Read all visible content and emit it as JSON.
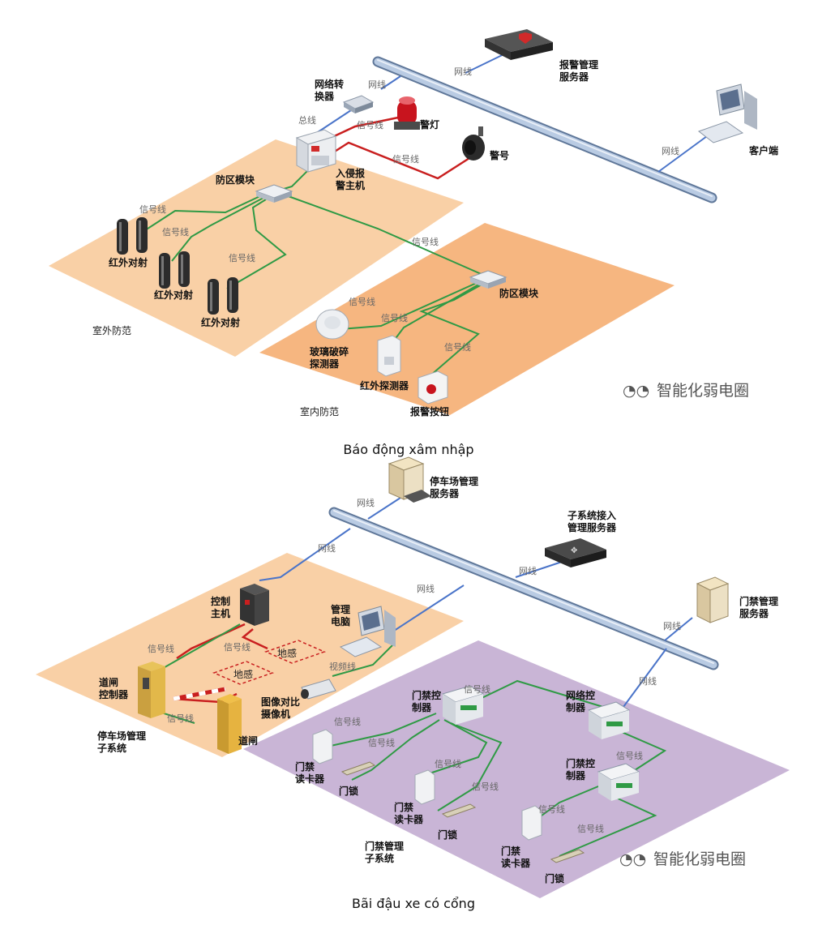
{
  "intrusion": {
    "caption": "Báo động xâm nhập",
    "alarm_server": "报警管理\n服务器",
    "client": "客户端",
    "net_converter": "网络转\n换器",
    "bus": "总线",
    "alarm_light": "警灯",
    "siren": "警号",
    "alarm_host": "入侵报\n警主机",
    "zone_module_1": "防区模块",
    "zone_module_2": "防区模块",
    "ir_beam_1": "红外对射",
    "ir_beam_2": "红外对射",
    "ir_beam_3": "红外对射",
    "outdoor": "室外防范",
    "indoor": "室内防范",
    "glass_break": "玻璃破碎\n探测器",
    "ir_detector": "红外探测器",
    "panic_button": "报警按钮",
    "net_line_1": "网线",
    "net_line_2": "网线",
    "net_line_3": "网线",
    "sig_light": "信号线",
    "sig_siren": "信号线",
    "sig_a": "信号线",
    "sig_b": "信号线",
    "sig_c": "信号线",
    "sig_d": "信号线",
    "sig_e": "信号线",
    "sig_f": "信号线",
    "sig_g": "信号线",
    "watermark": "智能化弱电圈"
  },
  "parking": {
    "caption": "Bãi đậu xe có cổng",
    "parking_server": "停车场管理\n服务器",
    "subsys_server": "子系统接入\n管理服务器",
    "access_server": "门禁管理\n服务器",
    "control_host": "控制\n主机",
    "mgmt_pc": "管理\n电脑",
    "loop_1": "地感",
    "loop_2": "地感",
    "gate_controller": "道闸\n控制器",
    "barrier": "道闸",
    "camera": "图像对比\n摄像机",
    "video_line": "视频线",
    "parking_subsys": "停车场管理\n子系统",
    "access_ctrl_1": "门禁控\n制器",
    "net_ctrl": "网络控\n制器",
    "access_ctrl_2": "门禁控\n制器",
    "reader_1": "门禁\n读卡器",
    "reader_2": "门禁\n读卡器",
    "reader_3": "门禁\n读卡器",
    "lock_1": "门锁",
    "lock_2": "门锁",
    "lock_3": "门锁",
    "access_subsys": "门禁管理\n子系统",
    "net_line_1": "网线",
    "net_line_2": "网线",
    "net_line_3": "网线",
    "net_line_4": "网线",
    "net_line_5": "网线",
    "net_line_6": "网线",
    "sig_1": "信号线",
    "sig_2": "信号线",
    "sig_3": "信号线",
    "sig_4": "信号线",
    "sig_5": "信号线",
    "sig_6": "信号线",
    "sig_7": "信号线",
    "sig_8": "信号线",
    "sig_9": "信号线",
    "sig_10": "信号线",
    "sig_11": "信号线",
    "watermark": "智能化弱电圈"
  },
  "colors": {
    "outdoor_zone": "#f9d0a6",
    "indoor_zone": "#f6b680",
    "access_zone": "#c9b5d6",
    "network_line": "#4a74c9",
    "signal_line": "#2f9a45",
    "alarm_line": "#c91f1f",
    "backbone": "#9db6d6"
  }
}
